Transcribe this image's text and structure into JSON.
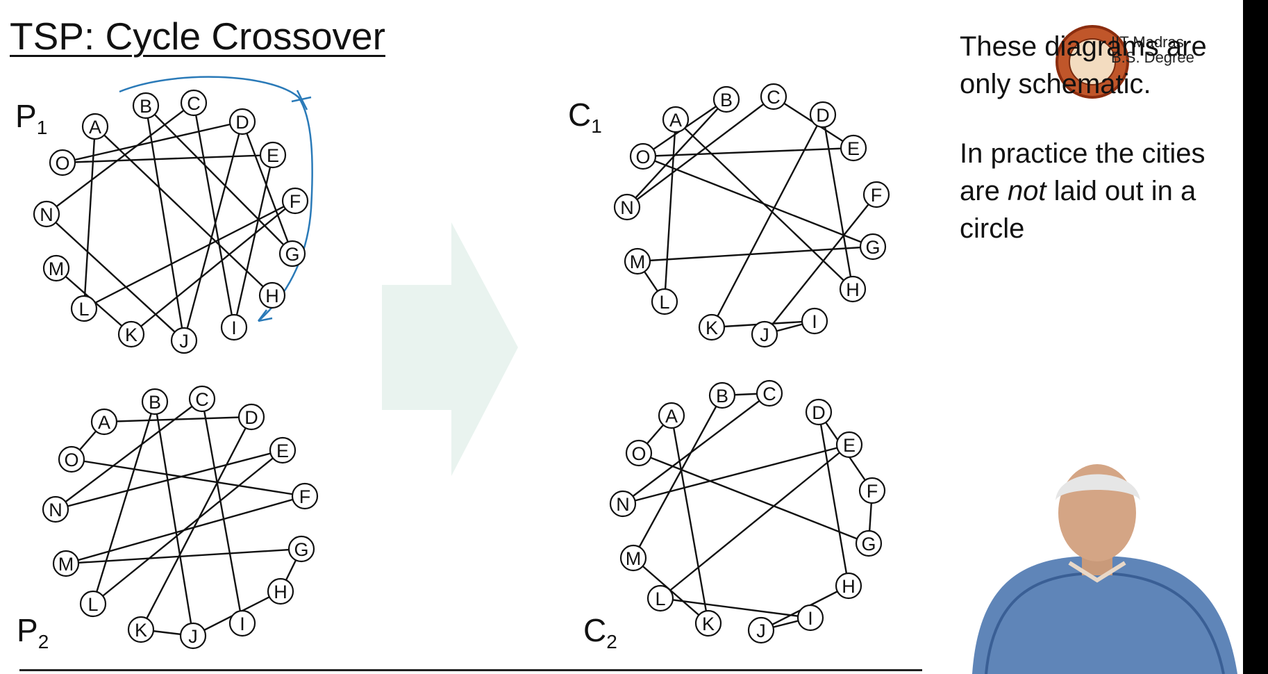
{
  "title": "TSP: Cycle Crossover",
  "labels": {
    "p1": {
      "main": "P",
      "sub": "1"
    },
    "p2": {
      "main": "P",
      "sub": "2"
    },
    "c1": {
      "main": "C",
      "sub": "1"
    },
    "c2": {
      "main": "C",
      "sub": "2"
    }
  },
  "note": {
    "schematic": "These diagrams are only schematic.",
    "practice_before": "In practice the cities are ",
    "practice_em": "not",
    "practice_after": " laid out in a circle"
  },
  "logo": {
    "line1": "IIT Madras",
    "line2": "B.S. Degree"
  },
  "graphs": [
    {
      "name": "p1",
      "cities": [
        [
          "A",
          137,
          182
        ],
        [
          "B",
          210,
          152
        ],
        [
          "C",
          279,
          148
        ],
        [
          "D",
          349,
          175
        ],
        [
          "E",
          393,
          223
        ],
        [
          "F",
          425,
          289
        ],
        [
          "G",
          421,
          365
        ],
        [
          "H",
          392,
          425
        ],
        [
          "I",
          337,
          471
        ],
        [
          "J",
          265,
          490
        ],
        [
          "K",
          189,
          481
        ],
        [
          "L",
          121,
          444
        ],
        [
          "M",
          81,
          386
        ],
        [
          "N",
          67,
          308
        ],
        [
          "O",
          90,
          234
        ]
      ],
      "edges": [
        [
          "A",
          "L"
        ],
        [
          "A",
          "H"
        ],
        [
          "B",
          "J"
        ],
        [
          "B",
          "G"
        ],
        [
          "C",
          "N"
        ],
        [
          "C",
          "I"
        ],
        [
          "D",
          "O"
        ],
        [
          "D",
          "G"
        ],
        [
          "E",
          "O"
        ],
        [
          "E",
          "I"
        ],
        [
          "F",
          "K"
        ],
        [
          "F",
          "L"
        ],
        [
          "N",
          "J"
        ],
        [
          "M",
          "K"
        ],
        [
          "J",
          "D"
        ]
      ]
    },
    {
      "name": "p2",
      "cities": [
        [
          "A",
          150,
          607
        ],
        [
          "B",
          223,
          578
        ],
        [
          "C",
          291,
          574
        ],
        [
          "D",
          362,
          600
        ],
        [
          "E",
          407,
          648
        ],
        [
          "F",
          439,
          714
        ],
        [
          "G",
          434,
          790
        ],
        [
          "H",
          404,
          851
        ],
        [
          "I",
          349,
          897
        ],
        [
          "J",
          278,
          915
        ],
        [
          "K",
          203,
          906
        ],
        [
          "L",
          134,
          869
        ],
        [
          "M",
          95,
          811
        ],
        [
          "N",
          80,
          733
        ],
        [
          "O",
          103,
          661
        ]
      ],
      "edges": [
        [
          "A",
          "O"
        ],
        [
          "A",
          "D"
        ],
        [
          "B",
          "L"
        ],
        [
          "B",
          "J"
        ],
        [
          "C",
          "N"
        ],
        [
          "C",
          "I"
        ],
        [
          "D",
          "K"
        ],
        [
          "E",
          "L"
        ],
        [
          "E",
          "N"
        ],
        [
          "F",
          "O"
        ],
        [
          "F",
          "M"
        ],
        [
          "G",
          "H"
        ],
        [
          "G",
          "M"
        ],
        [
          "H",
          "J"
        ],
        [
          "J",
          "K"
        ]
      ]
    },
    {
      "name": "c1",
      "cities": [
        [
          "A",
          973,
          172
        ],
        [
          "B",
          1046,
          143
        ],
        [
          "C",
          1114,
          139
        ],
        [
          "D",
          1185,
          165
        ],
        [
          "E",
          1229,
          213
        ],
        [
          "F",
          1262,
          280
        ],
        [
          "G",
          1257,
          355
        ],
        [
          "H",
          1228,
          416
        ],
        [
          "I",
          1173,
          462
        ],
        [
          "J",
          1101,
          481
        ],
        [
          "K",
          1025,
          471
        ],
        [
          "L",
          957,
          434
        ],
        [
          "M",
          918,
          376
        ],
        [
          "N",
          903,
          298
        ],
        [
          "O",
          926,
          225
        ]
      ],
      "edges": [
        [
          "A",
          "L"
        ],
        [
          "A",
          "H"
        ],
        [
          "B",
          "N"
        ],
        [
          "B",
          "O"
        ],
        [
          "C",
          "N"
        ],
        [
          "C",
          "E"
        ],
        [
          "D",
          "K"
        ],
        [
          "D",
          "H"
        ],
        [
          "E",
          "O"
        ],
        [
          "F",
          "J"
        ],
        [
          "G",
          "M"
        ],
        [
          "G",
          "O"
        ],
        [
          "I",
          "J"
        ],
        [
          "I",
          "K"
        ],
        [
          "L",
          "M"
        ]
      ]
    },
    {
      "name": "c2",
      "cities": [
        [
          "A",
          967,
          598
        ],
        [
          "B",
          1040,
          569
        ],
        [
          "C",
          1108,
          566
        ],
        [
          "D",
          1179,
          593
        ],
        [
          "E",
          1223,
          640
        ],
        [
          "F",
          1256,
          706
        ],
        [
          "G",
          1251,
          782
        ],
        [
          "H",
          1222,
          843
        ],
        [
          "I",
          1167,
          889
        ],
        [
          "J",
          1096,
          907
        ],
        [
          "K",
          1020,
          897
        ],
        [
          "L",
          951,
          861
        ],
        [
          "M",
          912,
          803
        ],
        [
          "N",
          897,
          725
        ],
        [
          "O",
          920,
          652
        ]
      ],
      "edges": [
        [
          "A",
          "O"
        ],
        [
          "A",
          "K"
        ],
        [
          "B",
          "C"
        ],
        [
          "B",
          "M"
        ],
        [
          "C",
          "N"
        ],
        [
          "D",
          "F"
        ],
        [
          "D",
          "H"
        ],
        [
          "E",
          "N"
        ],
        [
          "E",
          "L"
        ],
        [
          "F",
          "G"
        ],
        [
          "G",
          "O"
        ],
        [
          "H",
          "J"
        ],
        [
          "I",
          "J"
        ],
        [
          "K",
          "M"
        ],
        [
          "L",
          "I"
        ]
      ]
    }
  ]
}
